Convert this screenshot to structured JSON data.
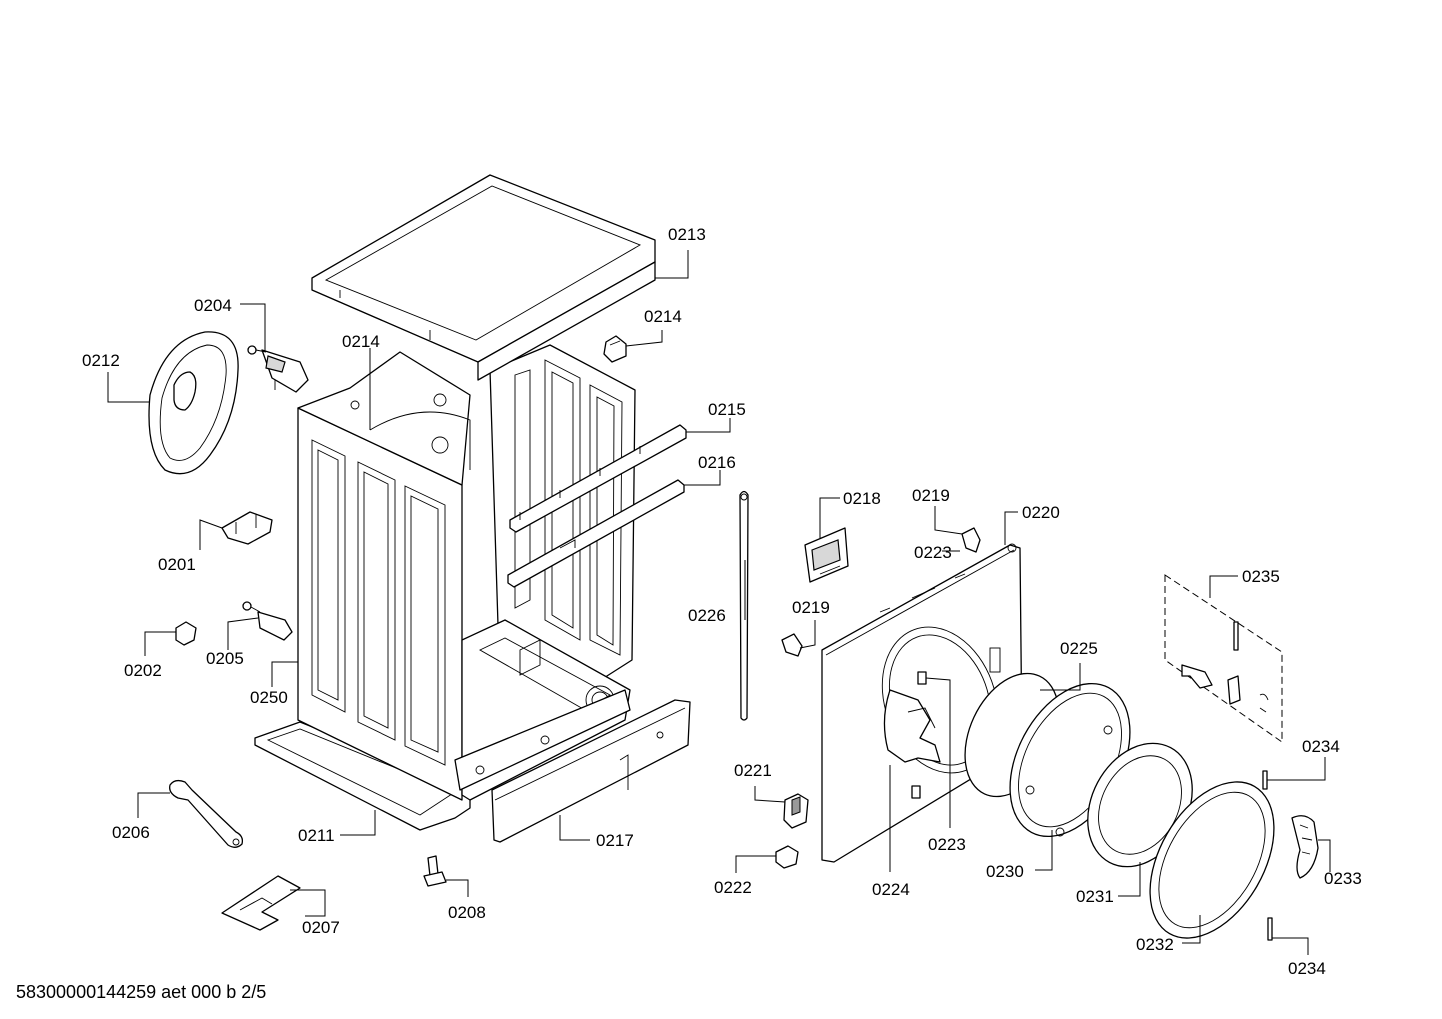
{
  "labels": {
    "p0201": "0201",
    "p0202": "0202",
    "p0204": "0204",
    "p0205": "0205",
    "p0206": "0206",
    "p0207": "0207",
    "p0208": "0208",
    "p0211": "0211",
    "p0212": "0212",
    "p0213": "0213",
    "p0214a": "0214",
    "p0214b": "0214",
    "p0215": "0215",
    "p0216": "0216",
    "p0217": "0217",
    "p0218": "0218",
    "p0219a": "0219",
    "p0219b": "0219",
    "p0220": "0220",
    "p0221": "0221",
    "p0222": "0222",
    "p0223a": "0223",
    "p0223b": "0223",
    "p0224": "0224",
    "p0225": "0225",
    "p0226": "0226",
    "p0230": "0230",
    "p0231": "0231",
    "p0232": "0232",
    "p0233": "0233",
    "p0234a": "0234",
    "p0234b": "0234",
    "p0235": "0235",
    "p0250": "0250"
  },
  "footer": "58300000144259 aet 000 b 2/5"
}
